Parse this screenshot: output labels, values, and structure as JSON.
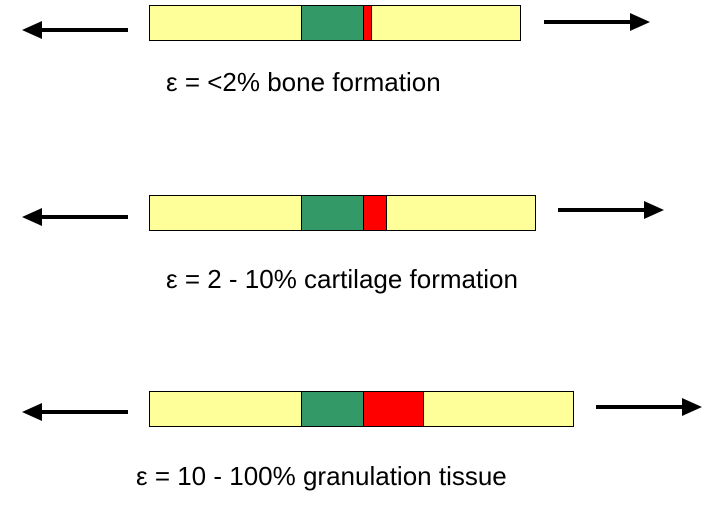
{
  "colors": {
    "bone_segment": "#ffff99",
    "callus_segment": "#339966",
    "gap_segment": "#ff0000",
    "arrow": "#000000",
    "outline": "#000000"
  },
  "icons": {
    "left": "left-arrow-icon",
    "right": "right-arrow-icon"
  },
  "rows": [
    {
      "caption": "ε = <2%  bone formation",
      "gap_fraction": 0.02
    },
    {
      "caption": "ε = 2 - 10%  cartilage formation",
      "gap_fraction": 0.1
    },
    {
      "caption": "ε = 10 - 100%  granulation tissue",
      "gap_fraction": 1.0
    }
  ]
}
